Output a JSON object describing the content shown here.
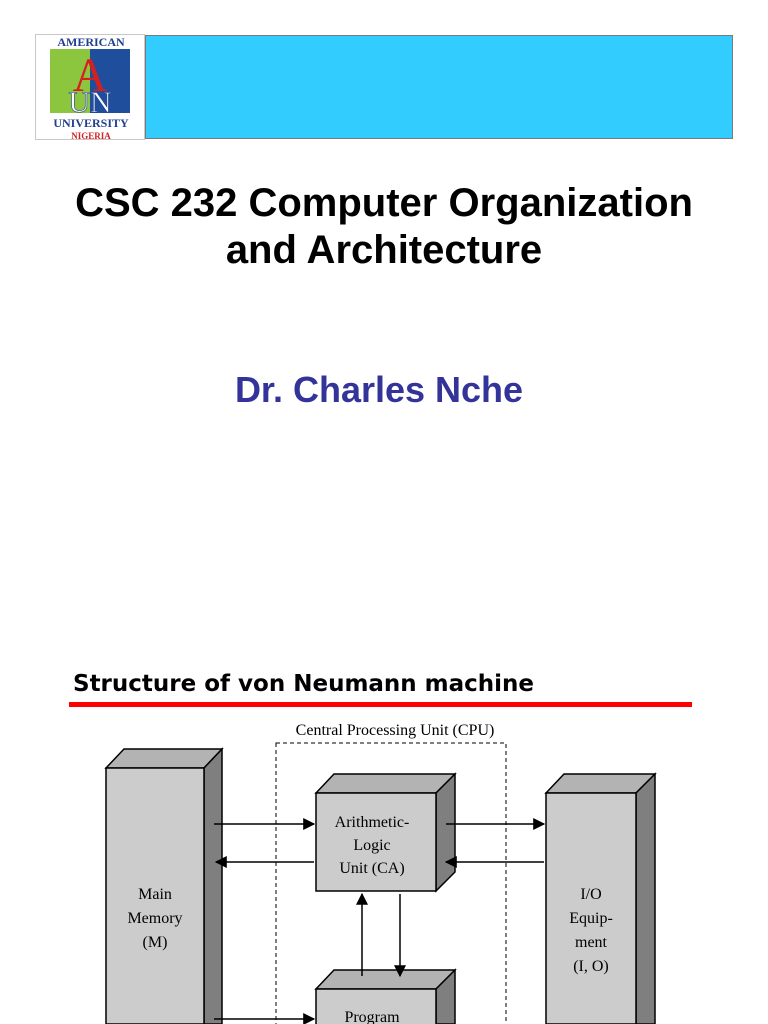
{
  "logo": {
    "top_text": "AMERICAN",
    "monogram_a": "A",
    "monogram_un": "UN",
    "university_text": "UNIVERSITY",
    "country_text": "NIGERIA"
  },
  "colors": {
    "banner": "#33ccff",
    "author": "#333399",
    "rule": "#ff0000",
    "block_face": "#cccccc",
    "block_side": "#7f7f7f"
  },
  "slide": {
    "title_line1": "CSC 232 Computer Organization",
    "title_line2": "and  Architecture",
    "author": "Dr. Charles Nche"
  },
  "section": {
    "heading": "Structure of von Neumann machine"
  },
  "diagram": {
    "cpu_label": "Central Processing Unit (CPU)",
    "memory": [
      "Main",
      "Memory",
      "(M)"
    ],
    "alu": [
      "Arithmetic-",
      "Logic",
      "Unit (CA)"
    ],
    "io": [
      "I/O",
      "Equip-",
      "ment",
      "(I, O)"
    ],
    "control": [
      "Program"
    ]
  }
}
